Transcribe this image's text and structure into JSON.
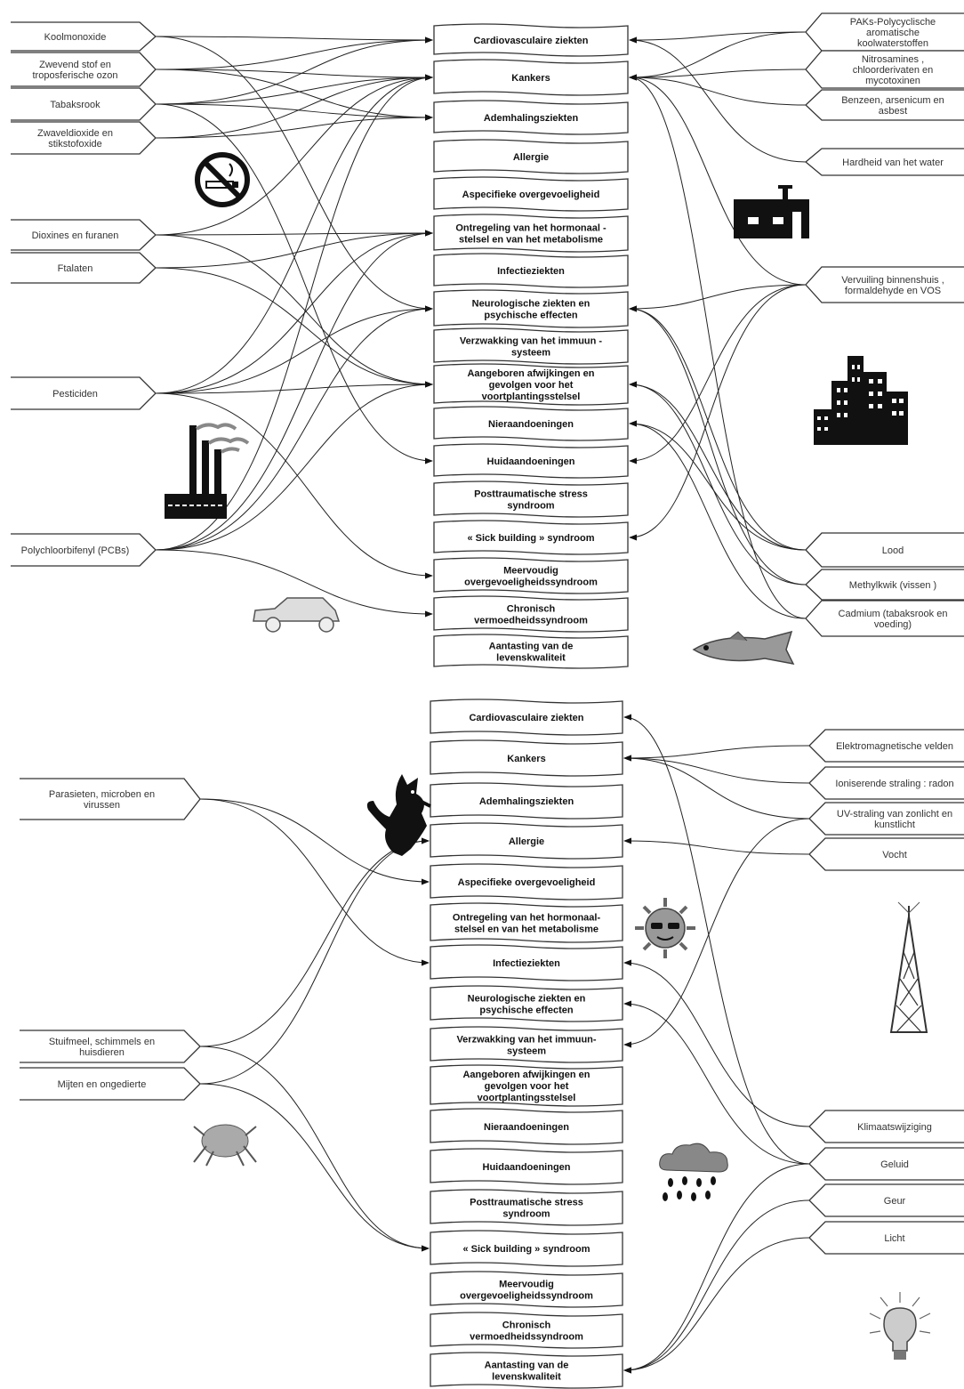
{
  "panels": [
    {
      "id": "top",
      "diseases": [
        {
          "id": "cardio",
          "lines": [
            "Cardiovasculaire ziekten"
          ]
        },
        {
          "id": "kankers",
          "lines": [
            "Kankers"
          ]
        },
        {
          "id": "ademhaling",
          "lines": [
            "Ademhalingsziekten"
          ]
        },
        {
          "id": "allergie",
          "lines": [
            "Allergie"
          ]
        },
        {
          "id": "aspecifiek",
          "lines": [
            "Aspecifieke overgevoeligheid"
          ]
        },
        {
          "id": "hormonaal",
          "lines": [
            "Ontregeling van het hormonaal -",
            "stelsel en van het metabolisme"
          ]
        },
        {
          "id": "infectie",
          "lines": [
            "Infectieziekten"
          ]
        },
        {
          "id": "neuro",
          "lines": [
            "Neurologische ziekten en",
            "psychische effecten"
          ]
        },
        {
          "id": "immuun",
          "lines": [
            "Verzwakking van het immuun -",
            "systeem"
          ]
        },
        {
          "id": "aangeboren",
          "lines": [
            "Aangeboren afwijkingen en",
            "gevolgen voor het",
            "voortplantingsstelsel"
          ]
        },
        {
          "id": "nier",
          "lines": [
            "Nieraandoeningen"
          ]
        },
        {
          "id": "huid",
          "lines": [
            "Huidaandoeningen"
          ]
        },
        {
          "id": "ptss",
          "lines": [
            "Posttraumatische stress",
            "syndroom"
          ]
        },
        {
          "id": "sick",
          "lines": [
            "« Sick building » syndroom"
          ]
        },
        {
          "id": "meervoudig",
          "lines": [
            "Meervoudig",
            "overgevoeligheidssyndroom"
          ]
        },
        {
          "id": "chronisch",
          "lines": [
            "Chronisch",
            "vermoedheidssyndroom"
          ]
        },
        {
          "id": "levenskwaliteit",
          "lines": [
            "Aantasting van de",
            "levenskwaliteit"
          ]
        }
      ],
      "left_sources": [
        {
          "id": "koolmonoxide",
          "lines": [
            "Koolmonoxide"
          ],
          "targets": [
            "cardio",
            "neuro"
          ]
        },
        {
          "id": "zwevend",
          "lines": [
            "Zwevend stof en",
            "troposferische ozon"
          ],
          "targets": [
            "cardio",
            "kankers",
            "ademhaling"
          ]
        },
        {
          "id": "tabak",
          "lines": [
            "Tabaksrook"
          ],
          "targets": [
            "cardio",
            "kankers",
            "ademhaling",
            "huid"
          ]
        },
        {
          "id": "zwavel",
          "lines": [
            "Zwaveldioxide en",
            "stikstofoxide"
          ],
          "targets": [
            "kankers",
            "ademhaling"
          ]
        },
        {
          "id": "dioxines",
          "lines": [
            "Dioxines en furanen"
          ],
          "targets": [
            "kankers",
            "hormonaal",
            "aangeboren"
          ]
        },
        {
          "id": "ftalaten",
          "lines": [
            "Ftalaten"
          ],
          "targets": [
            "hormonaal",
            "aangeboren"
          ]
        },
        {
          "id": "pesticiden",
          "lines": [
            "Pesticiden"
          ],
          "targets": [
            "kankers",
            "hormonaal",
            "neuro",
            "aangeboren",
            "meervoudig"
          ]
        },
        {
          "id": "pcb",
          "lines": [
            "Polychloorbifenyl  (PCBs)"
          ],
          "targets": [
            "kankers",
            "hormonaal",
            "neuro",
            "aangeboren",
            "chronisch"
          ]
        }
      ],
      "right_sources": [
        {
          "id": "paks",
          "lines": [
            "PAKs-Polycyclische",
            "aromatische",
            "koolwaterstoffen"
          ],
          "targets": [
            "cardio",
            "kankers"
          ]
        },
        {
          "id": "nitros",
          "lines": [
            "Nitrosamines ,",
            "chloorderivaten en",
            "mycotoxinen"
          ],
          "targets": [
            "kankers"
          ]
        },
        {
          "id": "benzeen",
          "lines": [
            "Benzeen, arsenicum en",
            "asbest"
          ],
          "targets": [
            "kankers"
          ]
        },
        {
          "id": "hardheid",
          "lines": [
            "Hardheid van het water"
          ],
          "targets": [
            "cardio"
          ]
        },
        {
          "id": "binnenhuis",
          "lines": [
            "Vervuiling binnenshuis ,",
            "formaldehyde en VOS"
          ],
          "targets": [
            "kankers",
            "neuro",
            "huid",
            "sick"
          ]
        },
        {
          "id": "lood",
          "lines": [
            "Lood"
          ],
          "targets": [
            "neuro",
            "nier",
            "aangeboren"
          ]
        },
        {
          "id": "methylkwik",
          "lines": [
            "Methylkwik (vissen )"
          ],
          "targets": [
            "neuro",
            "aangeboren"
          ]
        },
        {
          "id": "cadmium",
          "lines": [
            "Cadmium (tabaksrook en",
            "voeding)"
          ],
          "targets": [
            "nier",
            "kankers"
          ]
        }
      ]
    },
    {
      "id": "bottom",
      "diseases": [
        {
          "id": "cardio",
          "lines": [
            "Cardiovasculaire ziekten"
          ]
        },
        {
          "id": "kankers",
          "lines": [
            "Kankers"
          ]
        },
        {
          "id": "ademhaling",
          "lines": [
            "Ademhalingsziekten"
          ]
        },
        {
          "id": "allergie",
          "lines": [
            "Allergie"
          ]
        },
        {
          "id": "aspecifiek",
          "lines": [
            "Aspecifieke overgevoeligheid"
          ]
        },
        {
          "id": "hormonaal",
          "lines": [
            "Ontregeling van het hormonaal-",
            "stelsel en van het  metabolisme"
          ]
        },
        {
          "id": "infectie",
          "lines": [
            "Infectieziekten"
          ]
        },
        {
          "id": "neuro",
          "lines": [
            "Neurologische ziekten en",
            "psychische effecten"
          ]
        },
        {
          "id": "immuun",
          "lines": [
            "Verzwakking van het immuun-",
            "systeem"
          ]
        },
        {
          "id": "aangeboren",
          "lines": [
            "Aangeboren afwijkingen en",
            "gevolgen voor het",
            "voortplantingsstelsel"
          ]
        },
        {
          "id": "nier",
          "lines": [
            "Nieraandoeningen"
          ]
        },
        {
          "id": "huid",
          "lines": [
            "Huidaandoeningen"
          ]
        },
        {
          "id": "ptss",
          "lines": [
            "Posttraumatische stress",
            "syndroom"
          ]
        },
        {
          "id": "sick",
          "lines": [
            "« Sick building » syndroom"
          ]
        },
        {
          "id": "meervoudig",
          "lines": [
            "Meervoudig",
            "overgevoeligheidssyndroom"
          ]
        },
        {
          "id": "chronisch",
          "lines": [
            "Chronisch",
            "vermoedheidssyndroom"
          ]
        },
        {
          "id": "levenskwaliteit",
          "lines": [
            "Aantasting van de",
            "levenskwaliteit"
          ]
        }
      ],
      "left_sources": [
        {
          "id": "parasieten",
          "lines": [
            "Parasieten, microben en",
            "virussen"
          ],
          "targets": [
            "aspecifiek",
            "infectie"
          ]
        },
        {
          "id": "stuifmeel",
          "lines": [
            "Stuifmeel, schimmels en",
            "huisdieren"
          ],
          "targets": [
            "allergie",
            "sick"
          ]
        },
        {
          "id": "mijten",
          "lines": [
            "Mijten en ongedierte"
          ],
          "targets": [
            "allergie",
            "sick"
          ]
        }
      ],
      "right_sources": [
        {
          "id": "elektro",
          "lines": [
            "Elektromagnetische velden"
          ],
          "targets": [
            "kankers"
          ]
        },
        {
          "id": "radon",
          "lines": [
            "Ioniserende straling : radon"
          ],
          "targets": [
            "kankers"
          ]
        },
        {
          "id": "uv",
          "lines": [
            "UV-straling van zonlicht en",
            "kunstlicht"
          ],
          "targets": [
            "kankers",
            "immuun"
          ]
        },
        {
          "id": "vocht",
          "lines": [
            "Vocht"
          ],
          "targets": [
            "allergie"
          ]
        },
        {
          "id": "klimaat",
          "lines": [
            "Klimaatswijziging"
          ],
          "targets": [
            "infectie"
          ]
        },
        {
          "id": "geluid",
          "lines": [
            "Geluid"
          ],
          "targets": [
            "cardio",
            "neuro",
            "levenskwaliteit"
          ]
        },
        {
          "id": "geur",
          "lines": [
            "Geur"
          ],
          "targets": [
            "levenskwaliteit"
          ]
        },
        {
          "id": "licht",
          "lines": [
            "Licht"
          ],
          "targets": [
            "levenskwaliteit"
          ]
        }
      ]
    }
  ],
  "icons": [
    "no-smoking-icon",
    "factory-icon",
    "car-icon",
    "house-icon",
    "city-icon",
    "fish-icon",
    "cat-icon",
    "sun-icon",
    "mite-icon",
    "rain-cloud-icon",
    "antenna-tower-icon",
    "light-bulb-icon"
  ],
  "colors": {
    "line": "#222222",
    "box_fill": "#ffffff",
    "box_stroke": "#333333"
  }
}
